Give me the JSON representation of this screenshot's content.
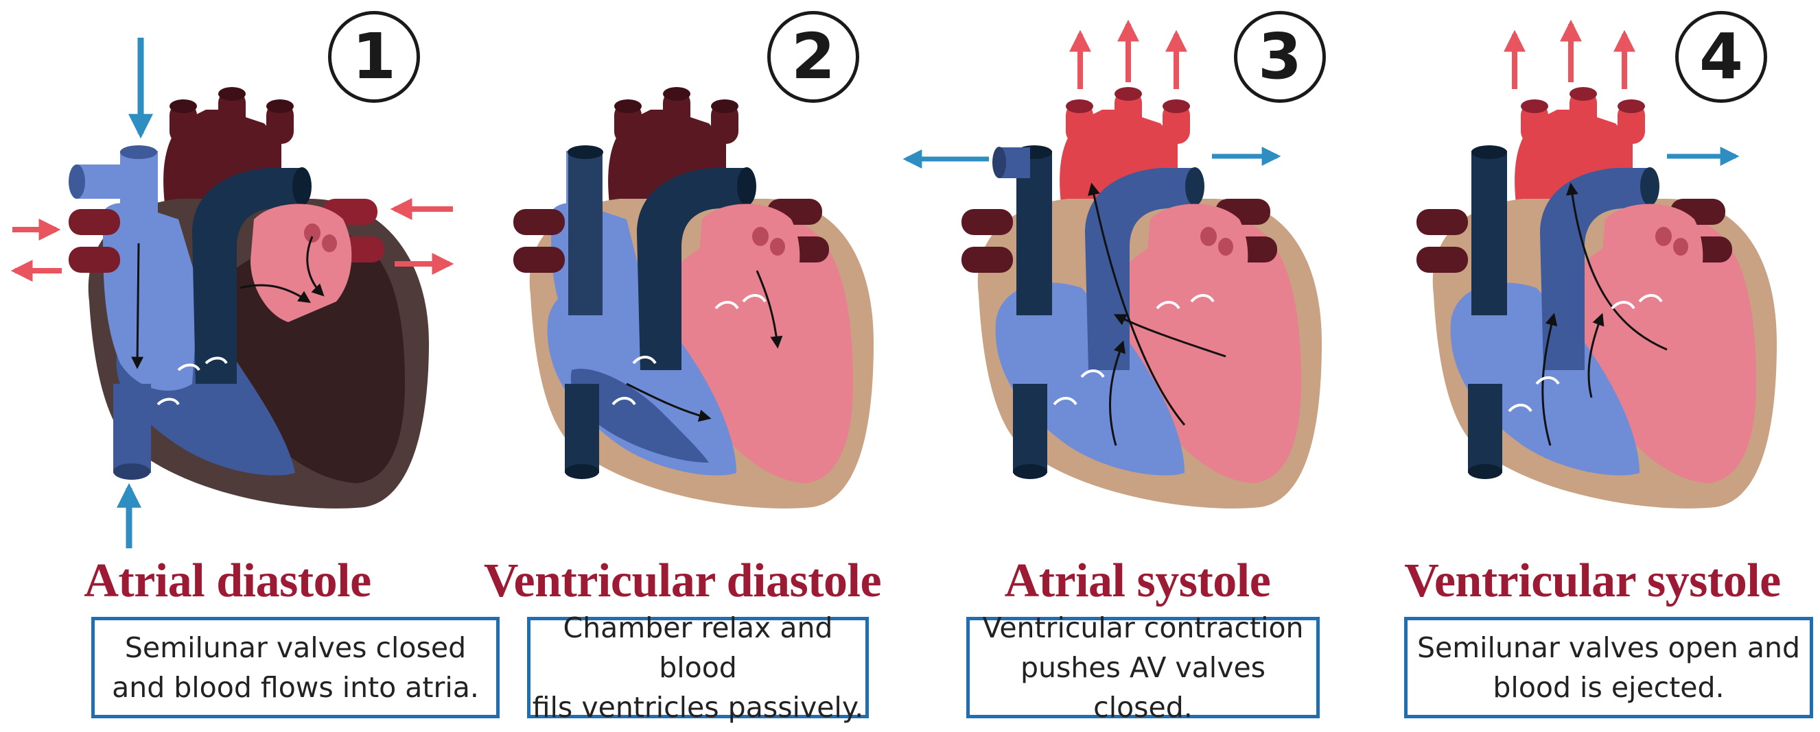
{
  "colors": {
    "blue_arrow": "#2e8ec1",
    "red_arrow": "#e8555e",
    "title_red": "#9c1a33",
    "box_border": "#1f6db3",
    "navy_vessel": "#17314f",
    "blue_chamber": "#6f8dd6",
    "pink_chamber": "#e7808f",
    "red_aorta": "#e1434c",
    "dark_maroon": "#5a1822",
    "outer_tan": "#c9a183",
    "outer_dark": "#4f3c3a"
  },
  "panels": [
    {
      "number": "1",
      "title": "Atrial diastole",
      "desc_line1": "Semilunar valves closed",
      "desc_line2": "and blood flows into atria.",
      "icons": [
        "blue-inflow-arrow",
        "red-pulmonary-arrow",
        "flow-arrow"
      ]
    },
    {
      "number": "2",
      "title": "Ventricular diastole",
      "desc_line1": "Chamber relax and blood",
      "desc_line2": "fils ventricles passively.",
      "icons": [
        "flow-arrow"
      ]
    },
    {
      "number": "3",
      "title": "Atrial systole",
      "desc_line1": "Ventricular contraction",
      "desc_line2": "pushes AV valves closed.",
      "icons": [
        "red-ejection-arrow",
        "blue-outflow-arrow",
        "flow-arrow"
      ]
    },
    {
      "number": "4",
      "title": "Ventricular systole",
      "desc_line1": "Semilunar valves open and",
      "desc_line2": "blood is ejected.",
      "icons": [
        "red-ejection-arrow",
        "blue-outflow-arrow",
        "flow-arrow"
      ]
    }
  ]
}
